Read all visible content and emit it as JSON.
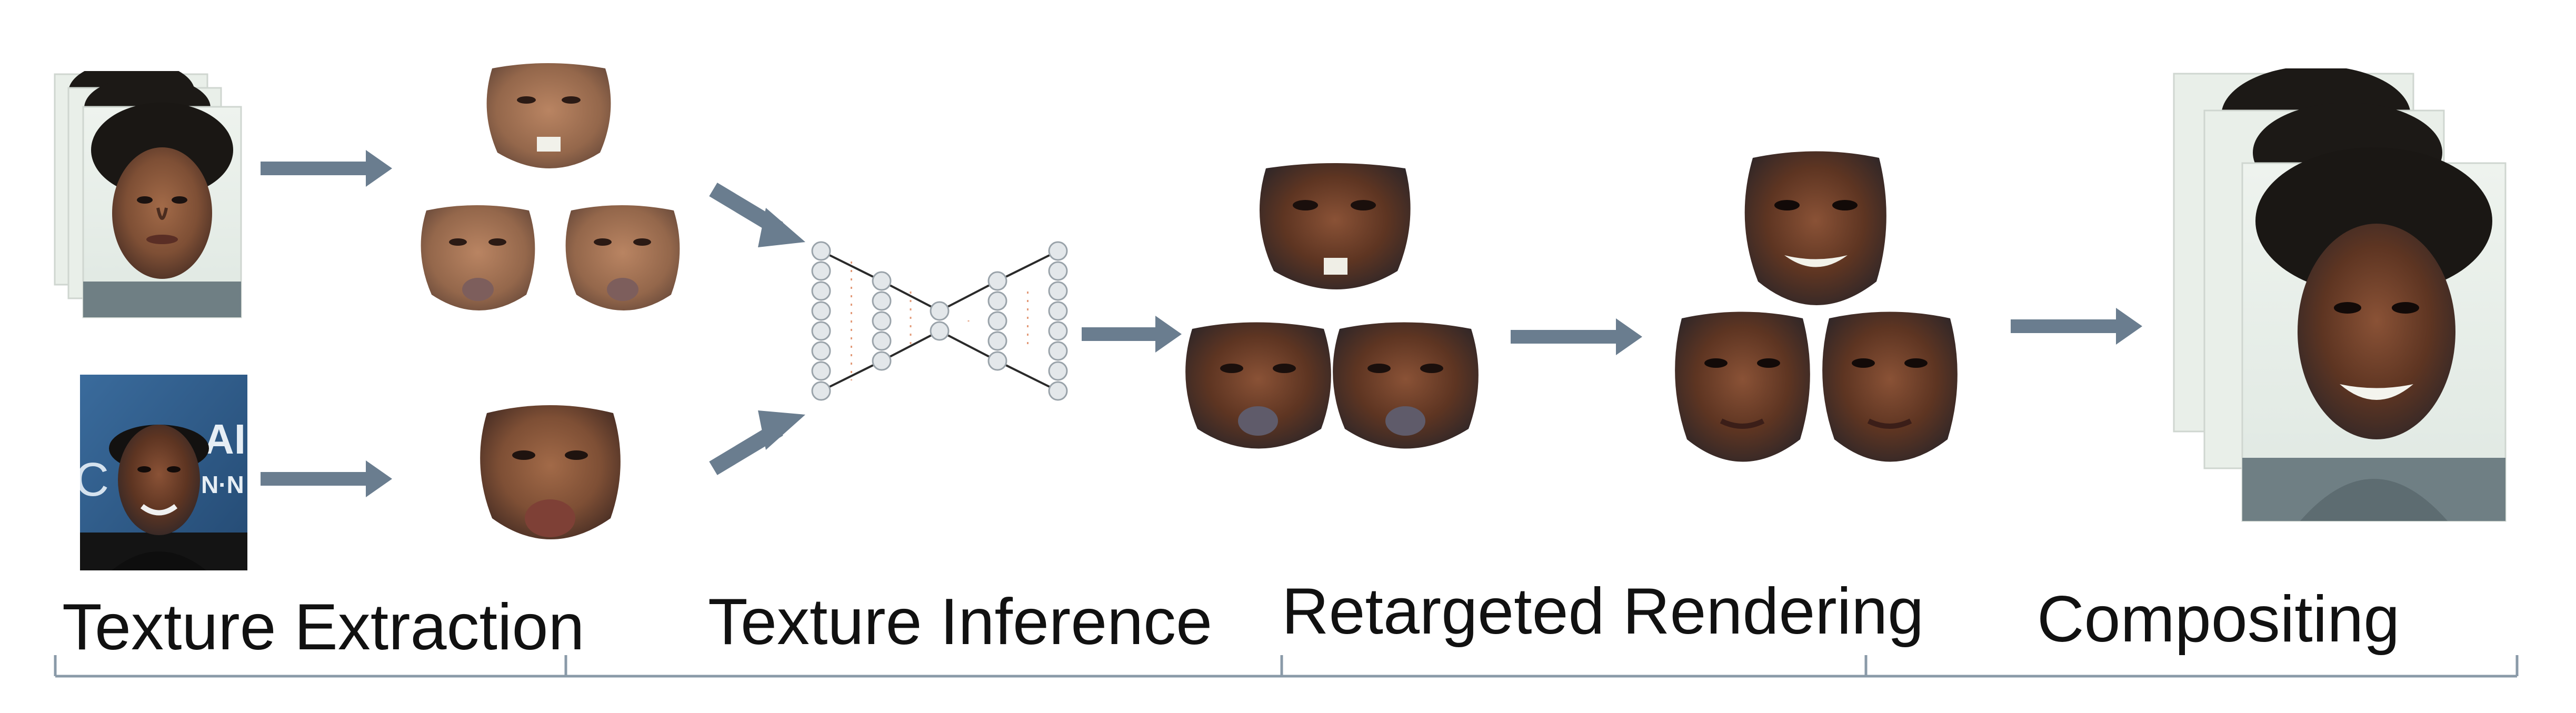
{
  "stages": [
    {
      "id": "extraction",
      "label": "Texture Extraction"
    },
    {
      "id": "inference",
      "label": "Texture Inference"
    },
    {
      "id": "rendering",
      "label": "Retargeted Rendering"
    },
    {
      "id": "compositing",
      "label": "Compositing"
    }
  ],
  "colors": {
    "arrow": "#6a7d8f",
    "bracket": "#8a9aa8",
    "network_node": "#e3e7ea",
    "skin": "#8a5a3e",
    "hair": "#1a1714",
    "shirt": "#6f7f84",
    "background_photo": "#e7efe9",
    "banner_blue": "#2f5a8a"
  },
  "icons": [
    "face-photo",
    "face-texture",
    "encoder-decoder-network",
    "arrow-right"
  ]
}
